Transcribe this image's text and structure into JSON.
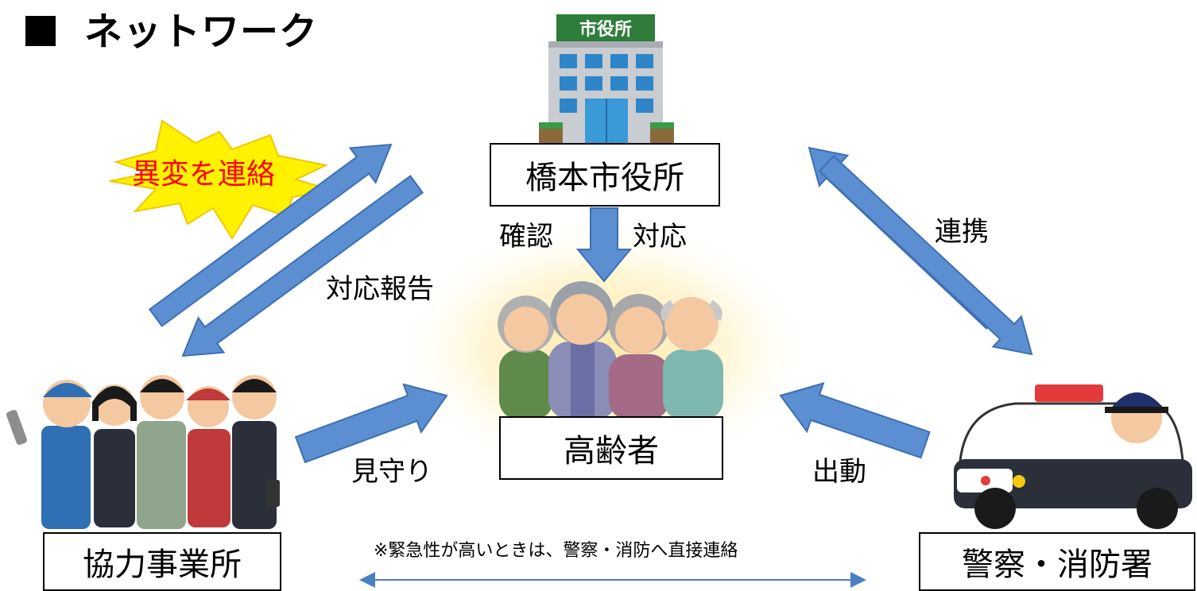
{
  "title": "ネットワーク",
  "nodes": {
    "city_hall": "橋本市役所",
    "city_hall_sign": "市役所",
    "elderly": "高齢者",
    "partners": "協力事業所",
    "police_fire": "警察・消防署"
  },
  "labels": {
    "report_anomaly": "異変を連絡",
    "response_report": "対応報告",
    "confirm": "確認",
    "respond": "対応",
    "cooperate": "連携",
    "watch": "見守り",
    "dispatch": "出動"
  },
  "note": "※緊急性が高いときは、警察・消防へ直接連絡",
  "colors": {
    "arrow_fill": "#5b8fd1",
    "arrow_stroke": "#3d6fb3",
    "burst_fill": "#fff200",
    "burst_text": "#ff0000",
    "glow": "#ffe08a"
  }
}
